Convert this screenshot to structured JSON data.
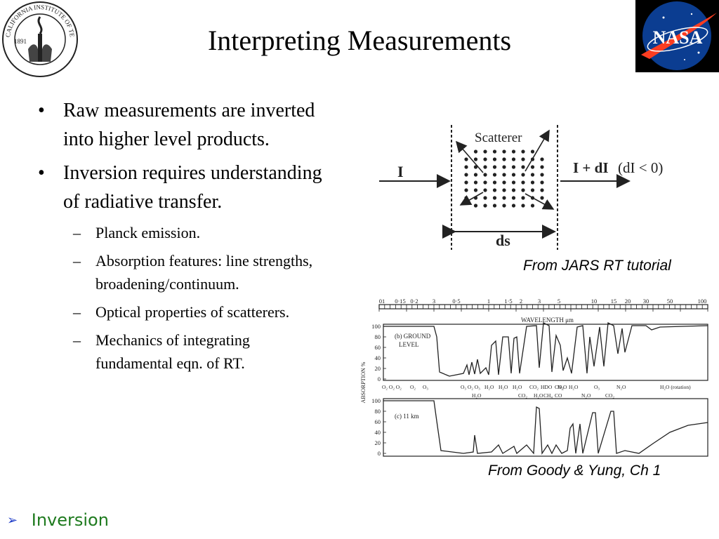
{
  "header": {
    "title": "Interpreting Measurements",
    "logo_left_text": "CALIFORNIA INSTITUTE OF TECHNOLOGY",
    "logo_left_year": "1891",
    "logo_right_text": "NASA"
  },
  "bullets": [
    {
      "text": "Raw measurements are inverted into higher level products."
    },
    {
      "text": "Inversion requires understanding of radiative transfer."
    }
  ],
  "subbullets": [
    {
      "text": "Planck emission."
    },
    {
      "text": "Absorption features: line strengths, broadening/continuum."
    },
    {
      "text": "Optical properties of scatterers."
    },
    {
      "text": "Mechanics of integrating fundamental eqn. of RT."
    }
  ],
  "diagram": {
    "scatterer_label": "Scatterer",
    "incident_label": "I",
    "output_label": "I + dI",
    "output_condition": "(dI < 0)",
    "ds_label": "ds",
    "caption": "From JARS RT tutorial"
  },
  "spectrum": {
    "wavelength_label": "WAVELENGTH μm",
    "wavelength_ticks": [
      "01",
      "0·15",
      "0·2",
      "3",
      "0·5",
      "1",
      "1·5",
      "2",
      "3",
      "5",
      "10",
      "15",
      "20",
      "30",
      "50",
      "100"
    ],
    "ylabel": "ABSORPTION %",
    "y_ticks": [
      "100",
      "80",
      "60",
      "40",
      "20",
      "0"
    ],
    "panel_b_label": "(b) GROUND",
    "panel_b_label2": "LEVEL",
    "panel_c_label": "(c) 11 km",
    "gas_labels": [
      "O₂ O₂ O₂",
      "O₂",
      "O₃",
      "O₃ O₂ O₃",
      "H₂O",
      "H₂O",
      "H₂O",
      "CO₂",
      "CO₂",
      "HDO",
      "N₂O",
      "H₂O",
      "O₃",
      "N₂O",
      "H₂O (rotation)"
    ],
    "gas_labels_lower": [
      "H₂O",
      "CO₂",
      "H₂O",
      "CO",
      "N₂O",
      "CH₄",
      "CO₂"
    ],
    "caption": "From Goody & Yung, Ch 1"
  },
  "footer": {
    "arrow": "➢",
    "label": "Inversion"
  }
}
